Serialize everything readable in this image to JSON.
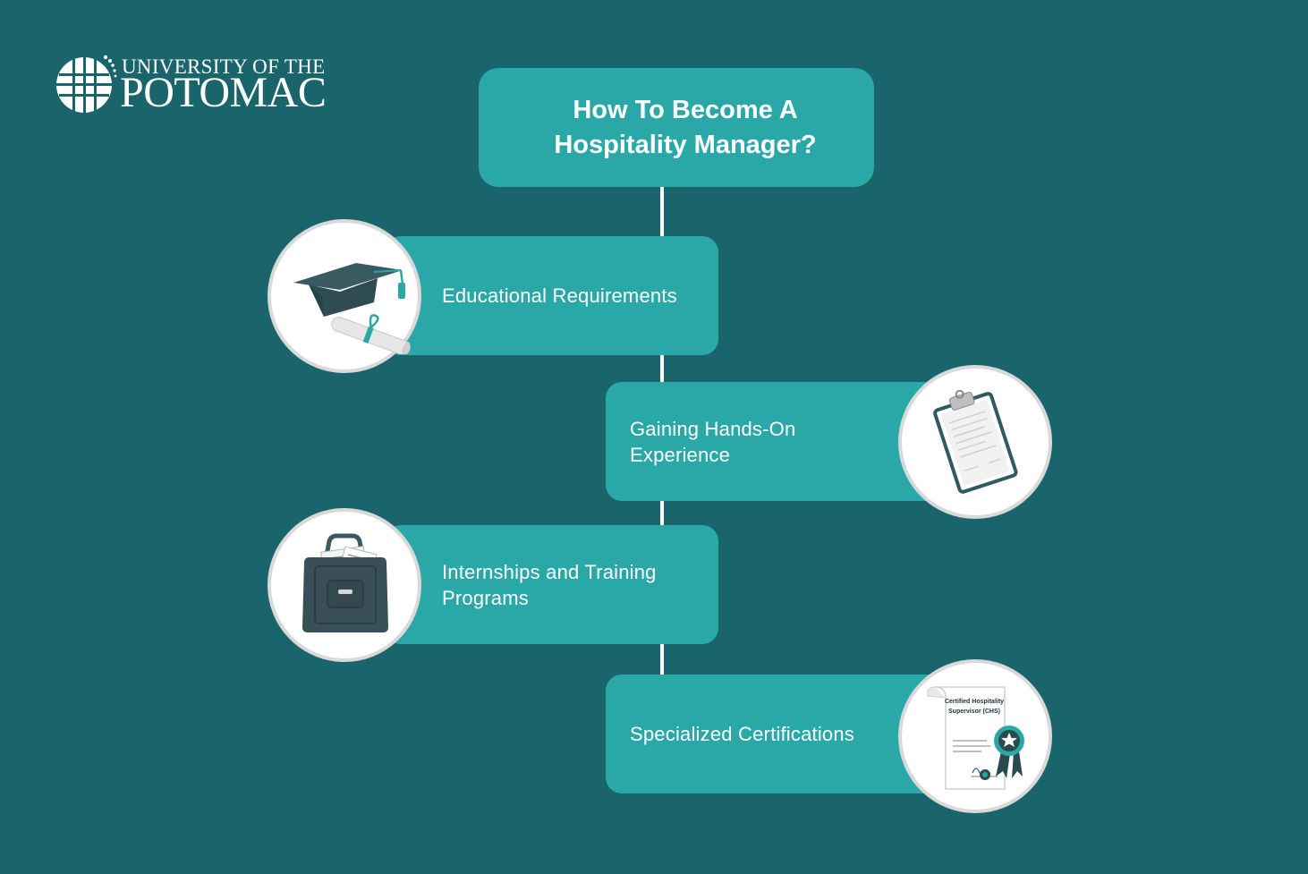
{
  "logo": {
    "line1": "UNIVERSITY OF THE",
    "line2": "POTOMAC",
    "icon": "globe-icon"
  },
  "title": "How To Become A Hospitality Manager?",
  "steps": [
    {
      "label": "Educational Requirements",
      "icon": "graduation-cap-diploma-icon"
    },
    {
      "label": "Gaining Hands-On Experience",
      "icon": "clipboard-icon"
    },
    {
      "label": "Internships and Training Programs",
      "icon": "briefcase-icon"
    },
    {
      "label": "Specialized Certifications",
      "icon": "certificate-icon"
    }
  ],
  "certificate": {
    "line1": "Certified Hospitality",
    "line2": "Supervisor (CHS)"
  },
  "colors": {
    "background": "#19656b",
    "box": "#2aa8a8",
    "text": "#ffffff",
    "icon_dark": "#3a5a62",
    "icon_accent": "#2aa8a8"
  }
}
